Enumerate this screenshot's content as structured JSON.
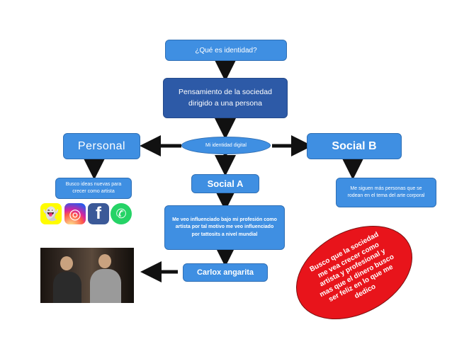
{
  "diagram": {
    "question": "¿Qué es identidad?",
    "thought": "Pensamiento de la sociedad dirigido a una persona",
    "digital_identity": "Mi identidad digital",
    "personal": "Personal",
    "social_a": "Social A",
    "social_b": "Social B",
    "personal_detail": "Busco ideas nuevas para crecer como artista",
    "social_a_detail": "Me veo influenciado bajo mi profesión como artista por tal motivo me veo influenciado por tattosits a nivel mundial",
    "social_b_detail": "Me siguen más personas que se rodean en el tema del arte corporal",
    "name": "Carlox angarita",
    "oval_text": "Busco que la sociedad me vea crecer como artista y profesional y mas que el dinero busco ser feliz en lo que me dedico"
  },
  "logos": [
    {
      "name": "snapchat-icon",
      "glyph": "👻"
    },
    {
      "name": "instagram-icon",
      "glyph": "◎"
    },
    {
      "name": "facebook-icon",
      "glyph": "f"
    },
    {
      "name": "whatsapp-icon",
      "glyph": "✆"
    }
  ],
  "colors": {
    "box": "#3f8fe2",
    "box_dark": "#2d5aa7",
    "arrow": "#111111",
    "oval": "#e8141b"
  }
}
